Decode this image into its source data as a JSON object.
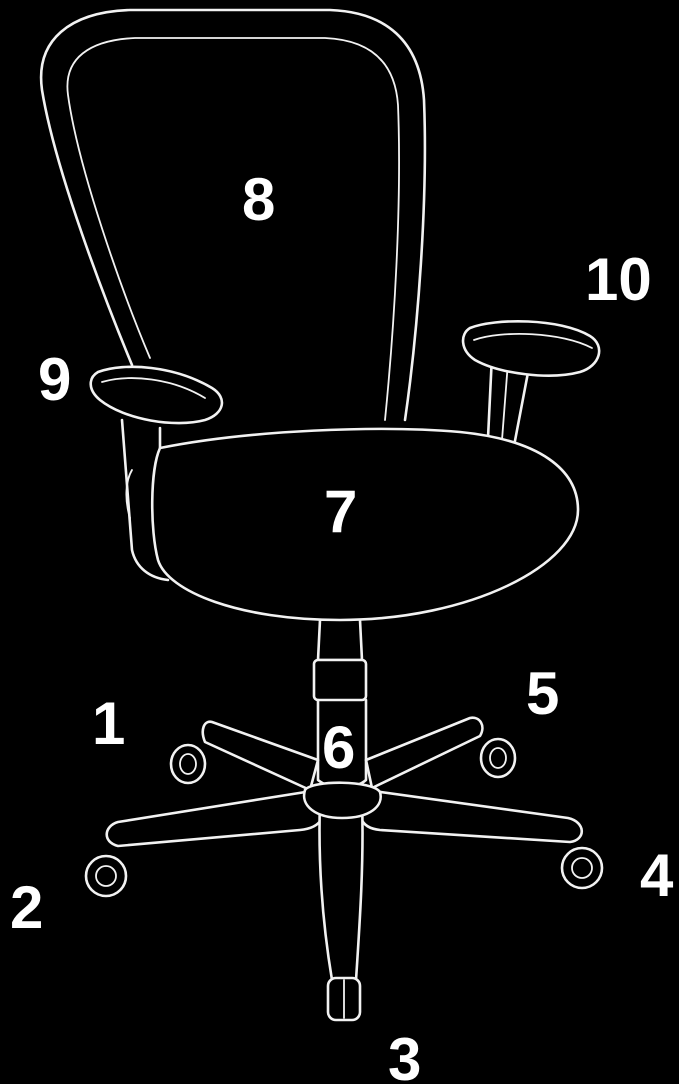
{
  "diagram": {
    "labels": {
      "l1": "1",
      "l2": "2",
      "l3": "3",
      "l4": "4",
      "l5": "5",
      "l6": "6",
      "l7": "7",
      "l8": "8",
      "l9": "9",
      "l10": "10"
    },
    "colors": {
      "background": "#000000",
      "stroke": "#f2f2f2",
      "text": "#ffffff"
    }
  }
}
